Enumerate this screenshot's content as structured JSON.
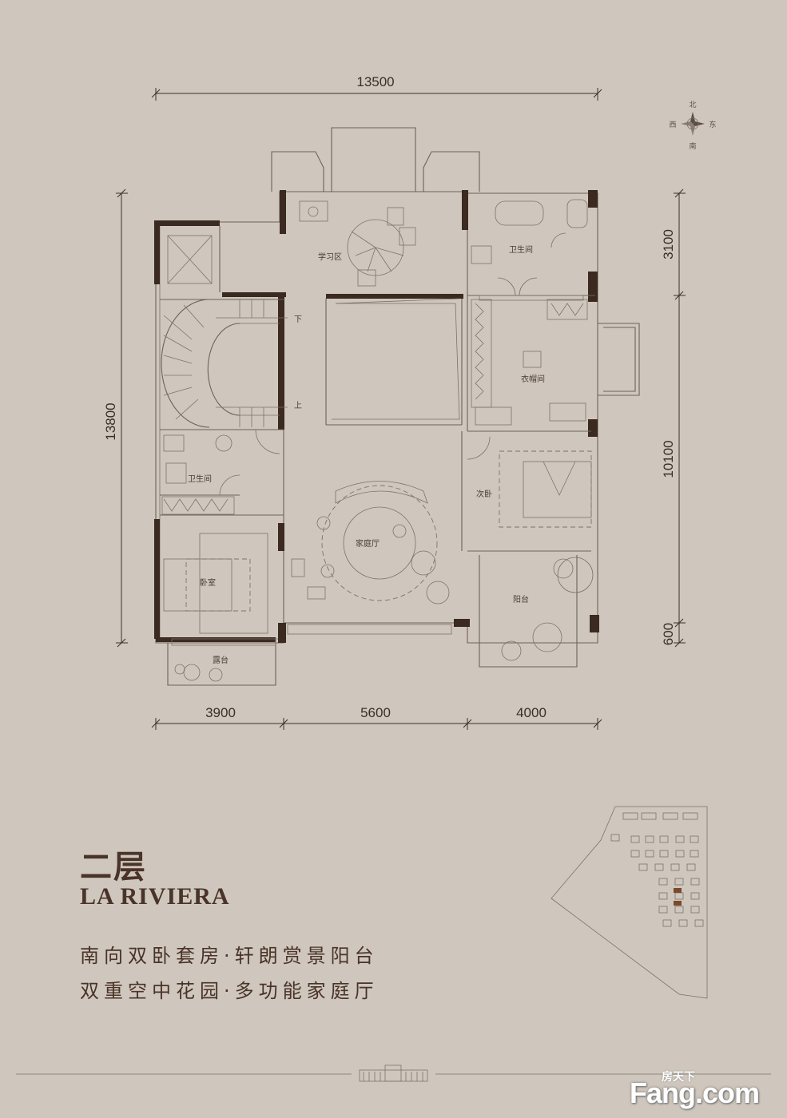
{
  "dimensions": {
    "top_total": "13500",
    "left_total": "13800",
    "right_segments": [
      "3100",
      "10100",
      "600"
    ],
    "bottom_segments": [
      "3900",
      "5600",
      "4000"
    ]
  },
  "rooms": {
    "study": "学习区",
    "bath_ne": "卫生间",
    "closet": "衣帽间",
    "bath_w": "卫生间",
    "second_bedroom": "次卧",
    "family_hall": "家庭厅",
    "bedroom": "卧室",
    "balcony": "阳台",
    "terrace": "露台",
    "stair_down": "下",
    "stair_up": "上"
  },
  "compass": {
    "north": "北",
    "south": "南",
    "west": "西",
    "east": "东"
  },
  "title": {
    "floor": "二层",
    "project": "LA RIVIERA",
    "line1": "南向双卧套房·轩朗赏景阳台",
    "line2": "双重空中花园·多功能家庭厅"
  },
  "watermark": {
    "small": "房天下",
    "big": "Fang.com"
  },
  "colors": {
    "background": "#cfc7bd",
    "wall": "#3b2a20",
    "text": "#4a3328"
  }
}
